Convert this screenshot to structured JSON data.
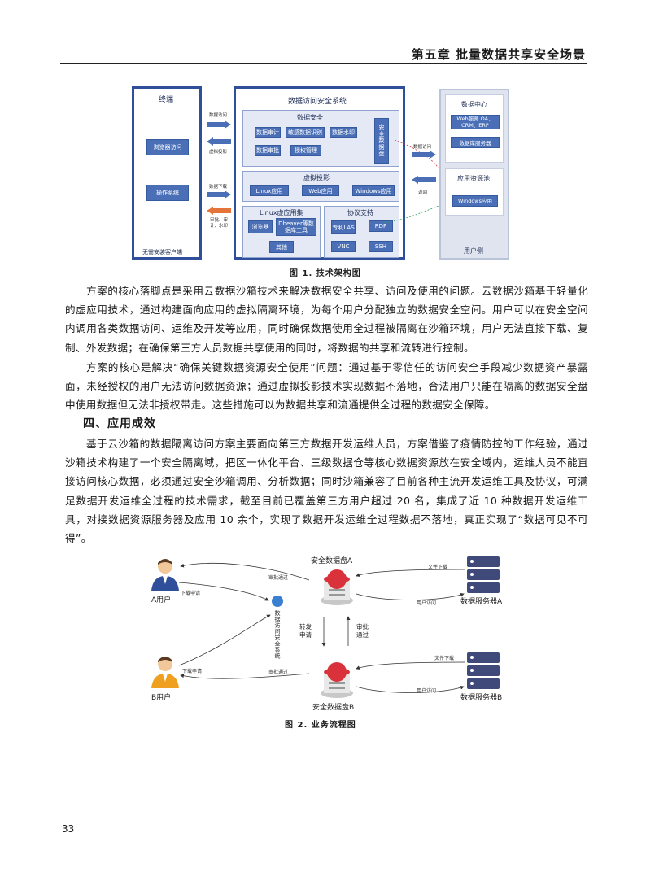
{
  "header": {
    "chapter_title": "第五章  批量数据共享安全场景"
  },
  "figure1": {
    "caption": "图 1. 技术架构图",
    "terminal": {
      "title": "终端",
      "browser_access": "浏览器访问",
      "os": "操作系统",
      "footer": "无需安装客户端"
    },
    "arrows_left": {
      "data_access": "数据访问",
      "virtual_projection": "虚拟投影",
      "data_download": "数据下载",
      "audit_note": "审批、审计、水印"
    },
    "system": {
      "title": "数据访问安全系统",
      "data_security": {
        "title": "数据安全",
        "items": [
          "数据审计",
          "敏感数据识别",
          "数据水印",
          "数据审批",
          "授权管理"
        ],
        "secure_disk": "安全数据盘"
      },
      "virtual_projection": {
        "title": "虚拟投影",
        "items": [
          "Linux应用",
          "Web应用",
          "Windows应用"
        ]
      },
      "linux_set": {
        "title": "Linux虚应用集",
        "items": [
          "浏览器",
          "Dbeaver等数据库工具",
          "其他"
        ]
      },
      "protocols": {
        "title": "协议支持",
        "items": [
          "专利LAS",
          "RDP",
          "VNC",
          "SSH"
        ]
      }
    },
    "arrows_right": {
      "data_access": "数据访问",
      "return": "返回"
    },
    "user_side": {
      "title": "数据中心",
      "web_service": "Web服务 OA、CRM、ERP",
      "db_server": "数据库服务器",
      "app_pool_title": "应用资源池",
      "windows_app": "Windows应用",
      "footer": "用户侧"
    }
  },
  "paragraphs": {
    "p1": "方案的核心落脚点是采用云数据沙箱技术来解决数据安全共享、访问及使用的问题。云数据沙箱基于轻量化的虚应用技术，通过构建面向应用的虚拟隔离环境，为每个用户分配独立的数据安全空间。用户可以在安全空间内调用各类数据访问、运维及开发等应用，同时确保数据使用全过程被隔离在沙箱环境，用户无法直接下载、复制、外发数据；在确保第三方人员数据共享使用的同时，将数据的共享和流转进行控制。",
    "p2": "方案的核心是解决“确保关键数据资源安全使用”问题：通过基于零信任的访问安全手段减少数据资产暴露面，未经授权的用户无法访问数据资源；通过虚拟投影技术实现数据不落地，合法用户只能在隔离的数据安全盘中使用数据但无法非授权带走。这些措施可以为数据共享和流通提供全过程的数据安全保障。",
    "section_title": "四、应用成效",
    "p3": "基于云沙箱的数据隔离访问方案主要面向第三方数据开发运维人员，方案借鉴了疫情防控的工作经验，通过沙箱技术构建了一个安全隔离域，把区一体化平台、三级数据仓等核心数据资源放在安全域内，运维人员不能直接访问核心数据，必须通过安全沙箱调用、分析数据；同时沙箱兼容了目前各种主流开发运维工具及协议，可满足数据开发运维全过程的技术需求，截至目前已覆盖第三方用户超过 20 名，集成了近 10 种数据开发运维工具，对接数据资源服务器及应用 10 余个，实现了数据开发运维全过程数据不落地，真正实现了“数据可见不可得”。"
  },
  "figure2": {
    "caption": "图 2. 业务流程图",
    "user_a": "A用户",
    "user_b": "B用户",
    "disk_a": "安全数据盘A",
    "disk_b": "安全数据盘B",
    "server_a": "数据服务器A",
    "server_b": "数据服务器B",
    "center_system": "数据访问安全系统",
    "forward_request": "转发申请",
    "approve_pass": "审批通过",
    "download_request_a": "下载申请",
    "download_request_b": "下载申请",
    "approved_a": "审批通过",
    "approved_b": "审批通过",
    "file_download_a": "文件下载",
    "file_download_b": "文件下载",
    "user_access_a": "用户访问",
    "user_access_b": "用户访问"
  },
  "footer": {
    "page_number": "33"
  },
  "colors": {
    "panel_border": "#2f4f9a",
    "chip_blue": "#4a6fb6",
    "orange_arrow": "#e5743a",
    "red_disk": "#d9323a"
  }
}
